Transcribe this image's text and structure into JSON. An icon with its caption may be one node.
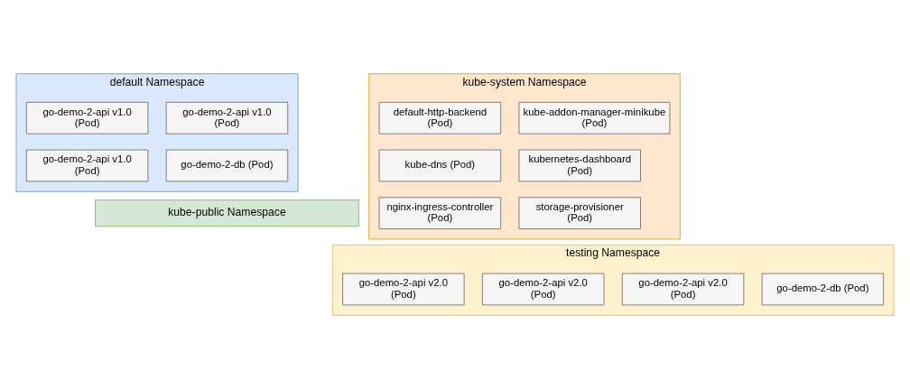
{
  "diagram": {
    "nodes": [
      {
        "text": [
          "default Namespace"
        ]
      },
      {
        "text": [
          "go-demo-2-api v1.0 (Pod)"
        ],
        "in": 0
      },
      {
        "text": [
          "go-demo-2-api v1.0 (Pod)"
        ],
        "in": 0
      },
      {
        "text": [
          "go-demo-2-api v1.0 (Pod)"
        ],
        "in": 0
      },
      {
        "text": [
          "go-demo-2-db (Pod)"
        ],
        "in": 0
      },
      {
        "text": [
          "kube-system Namespace"
        ]
      },
      {
        "text": [
          "default-http-backend (Pod)"
        ],
        "in": 5
      },
      {
        "text": [
          "kube-addon-manager-minikube (Pod)"
        ],
        "in": 5
      },
      {
        "text": [
          "kube-dns (Pod)"
        ],
        "in": 5
      },
      {
        "text": [
          "kubernetes-dashboard (Pod)"
        ],
        "in": 5
      },
      {
        "text": [
          "nginx-ingress-controller (Pod)"
        ],
        "in": 5
      },
      {
        "text": [
          "storage-provisioner (Pod)"
        ],
        "in": 5
      },
      {
        "text": [
          "kube-public Namespace"
        ]
      },
      {
        "text": [
          "testing Namespace"
        ]
      },
      {
        "text": [
          "go-demo-2-api v2.0 (Pod)"
        ],
        "in": 13
      },
      {
        "text": [
          "go-demo-2-api v2.0 (Pod)"
        ],
        "in": 13
      },
      {
        "text": [
          "go-demo-2-api v2.0 (Pod)"
        ],
        "in": 13
      },
      {
        "text": [
          "go-demo-2-db (Pod)"
        ],
        "in": 13
      }
    ],
    "edges": []
  }
}
